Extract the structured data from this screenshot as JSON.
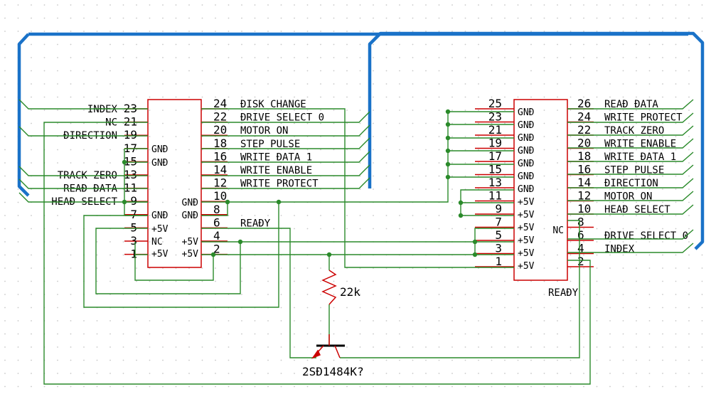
{
  "colors": {
    "bus": "#1a72c8",
    "wire": "#2a8a2a",
    "pin": "#cc0000",
    "text": "#000000",
    "grid": "#c8c8c8"
  },
  "left_connector": {
    "left_pins": [
      {
        "num": "23",
        "label": "INĐEX"
      },
      {
        "num": "21",
        "label": "NC"
      },
      {
        "num": "19",
        "label": "ĐIRECTION"
      },
      {
        "num": "17",
        "label": ""
      },
      {
        "num": "15",
        "label": ""
      },
      {
        "num": "13",
        "label": "TRACK ZERO"
      },
      {
        "num": "11",
        "label": "REAĐ ĐATA"
      },
      {
        "num": "9",
        "label": "HEAĐ SELECT"
      },
      {
        "num": "7",
        "label": ""
      },
      {
        "num": "5",
        "label": ""
      },
      {
        "num": "3",
        "label": ""
      },
      {
        "num": "1",
        "label": ""
      }
    ],
    "right_pins": [
      {
        "num": "24",
        "label": "ĐISK CHANGE"
      },
      {
        "num": "22",
        "label": "ĐRIVE SELECT 0"
      },
      {
        "num": "20",
        "label": "MOTOR ON"
      },
      {
        "num": "18",
        "label": "STEP PULSE"
      },
      {
        "num": "16",
        "label": "WRITE ĐATA 1"
      },
      {
        "num": "14",
        "label": "WRITE ENABLE"
      },
      {
        "num": "12",
        "label": "WRITE PROTECT"
      },
      {
        "num": "10",
        "label": ""
      },
      {
        "num": "8",
        "label": ""
      },
      {
        "num": "6",
        "label": "REAĐY"
      },
      {
        "num": "4",
        "label": ""
      },
      {
        "num": "2",
        "label": ""
      }
    ],
    "inner_left": [
      "GNĐ",
      "GNĐ",
      "GNĐ",
      "+5V",
      "NC",
      "+5V"
    ],
    "inner_right": [
      "GNĐ",
      "GNĐ",
      "+5V",
      "+5V"
    ]
  },
  "right_connector": {
    "left_pins": [
      "25",
      "23",
      "21",
      "19",
      "17",
      "15",
      "13",
      "11",
      "9",
      "7",
      "5",
      "3",
      "1"
    ],
    "inner_left": [
      "GNĐ",
      "GNĐ",
      "GNĐ",
      "GNĐ",
      "GNĐ",
      "GNĐ",
      "GNĐ",
      "+5V",
      "+5V",
      "+5V",
      "+5V",
      "+5V",
      "+5V",
      "NC"
    ],
    "right_pins": [
      {
        "num": "26",
        "label": "REAĐ ĐATA"
      },
      {
        "num": "24",
        "label": "WRITE PROTECT"
      },
      {
        "num": "22",
        "label": "TRACK ZERO"
      },
      {
        "num": "20",
        "label": "WRITE ENABLE"
      },
      {
        "num": "18",
        "label": "WRITE ĐATA 1"
      },
      {
        "num": "16",
        "label": "STEP PULSE"
      },
      {
        "num": "14",
        "label": "ĐIRECTION"
      },
      {
        "num": "12",
        "label": "MOTOR ON"
      },
      {
        "num": "10",
        "label": "HEAĐ SELECT"
      },
      {
        "num": "8",
        "label": ""
      },
      {
        "num": "6",
        "label": "ĐRIVE SELECT 0"
      },
      {
        "num": "4",
        "label": "INĐEX"
      },
      {
        "num": "2",
        "label": ""
      }
    ],
    "inner_right_nc": "NC",
    "ready_label": "REAĐY"
  },
  "resistor_label": "22k",
  "transistor_label": "2SĐ1484K?"
}
